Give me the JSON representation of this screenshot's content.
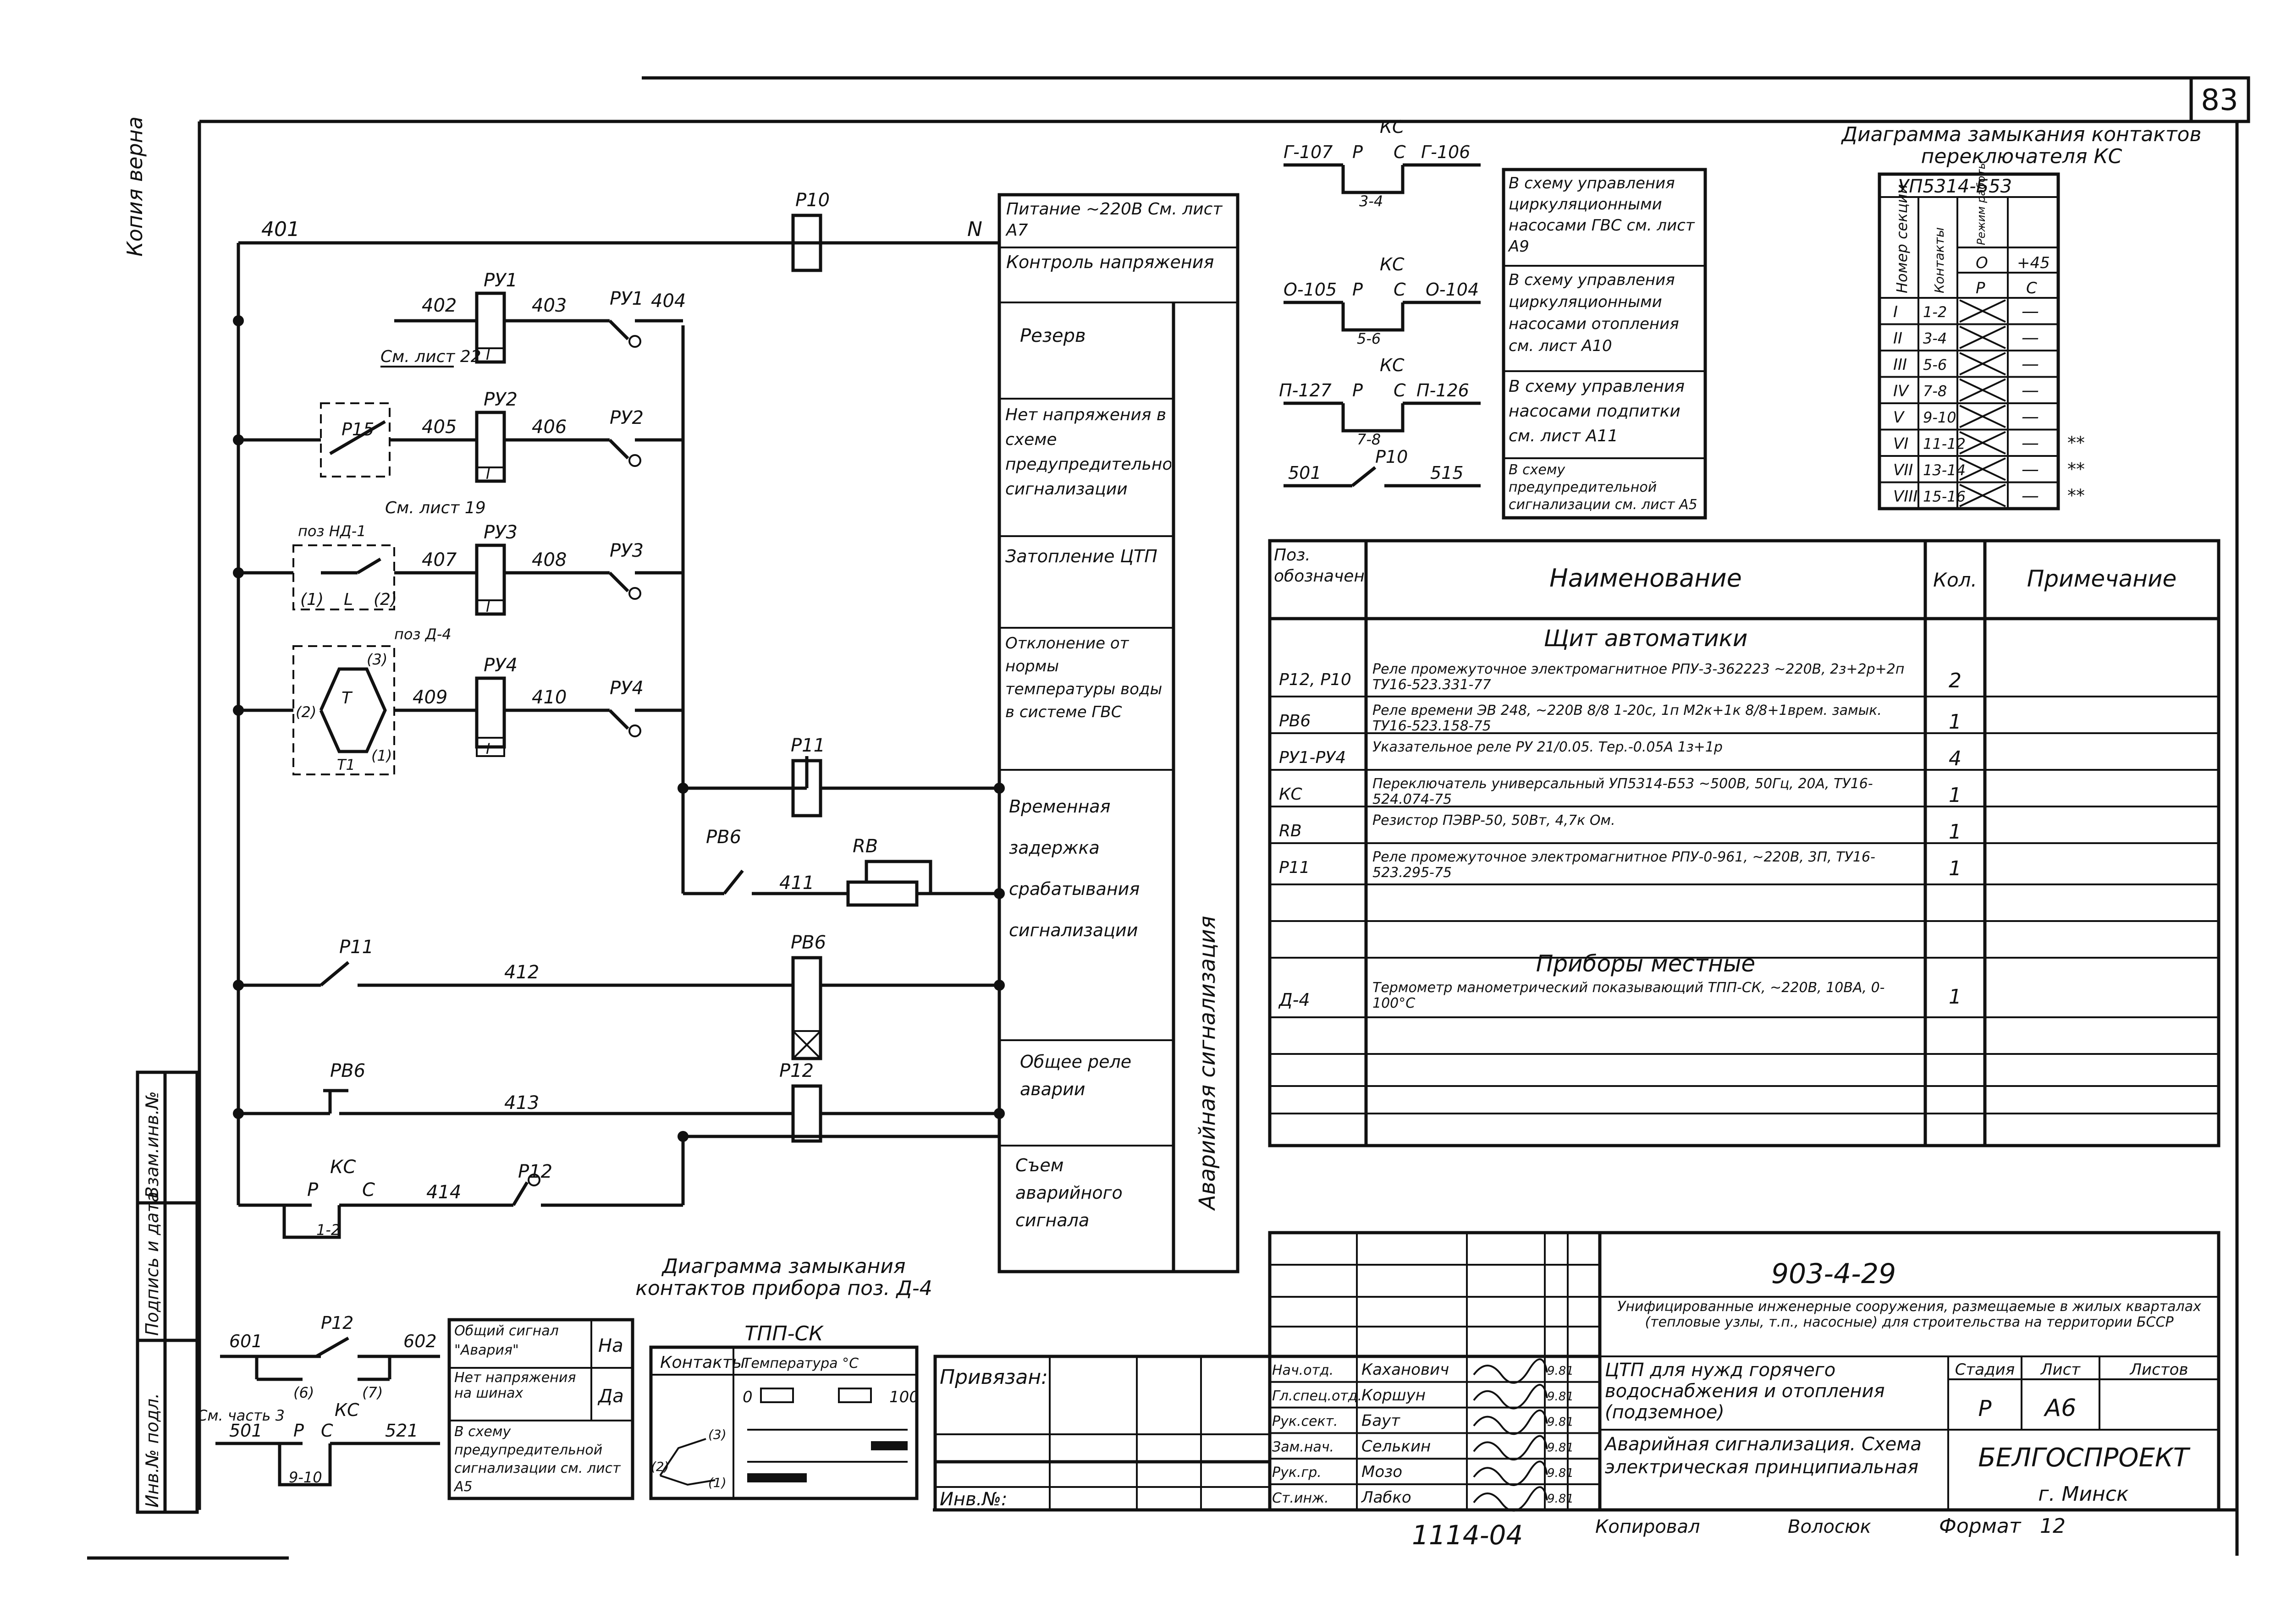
{
  "page_number": "83",
  "side_label": "Копия верна",
  "binding_labels": [
    "Инв.№ подл.",
    "Подпись и дата",
    "Взам.инв.№"
  ],
  "circuit": {
    "supply_left": "401",
    "supply_right": "N",
    "top_relay": "Р10",
    "rows": [
      {
        "relay": "РУ1",
        "wire_a": "402",
        "wire_b": "403",
        "wire_c": "404",
        "coil_mark": "I",
        "contact": "РУ1"
      },
      {
        "relay": "РУ2",
        "wire_a": "405",
        "wire_b": "406",
        "coil_mark": "I",
        "contact": "РУ2",
        "device": "Р15",
        "ref": "См. лист 22"
      },
      {
        "relay": "РУ3",
        "wire_a": "407",
        "wire_b": "408",
        "coil_mark": "I",
        "contact": "РУ3",
        "device": "поз НД-1",
        "ref": "См. лист 19",
        "marks": [
          "(1)",
          "L",
          "(2)"
        ]
      },
      {
        "relay": "РУ4",
        "wire_a": "409",
        "wire_b": "410",
        "coil_mark": "I",
        "contact": "РУ4",
        "device": "поз Д-4",
        "marks": [
          "(2)",
          "(3)",
          "(1)",
          "T",
          "T1"
        ]
      }
    ],
    "p11": "Р11",
    "rv_contact": "РВ6",
    "wire_411": "411",
    "resistor": "RВ",
    "p11_contact": "Р11",
    "wire_412": "412",
    "rv_coil": "РВ6",
    "rv_contact2": "РВ6",
    "wire_413": "413",
    "p12": "Р12",
    "ks": "КС",
    "ks_p": "Р",
    "ks_c": "С",
    "wire_414": "414",
    "p12_contact": "Р12",
    "ks_contact": "1-2"
  },
  "functions": [
    "Питание ~220В См. лист А7",
    "Контроль напряжения",
    "Резерв",
    "Нет напряжения в схеме предупредительной сигнализации",
    "Затопление ЦТП",
    "Отклонение от нормы температуры воды в системе ГВС",
    "Временная задержка срабатывания сигнализации",
    "Общее реле аварии",
    "Съем аварийного сигнала"
  ],
  "functions_group": "Аварийная сигнализация",
  "ext_contacts": [
    {
      "left": "Г-107",
      "p": "Р",
      "c": "С",
      "right": "Г-106",
      "ks": "КС",
      "pos": "3-4",
      "note": "В схему управления циркуляционными насосами ГВС см. лист А9"
    },
    {
      "left": "О-105",
      "p": "Р",
      "c": "С",
      "right": "О-104",
      "ks": "КС",
      "pos": "5-6",
      "note": "В схему управления циркуляционными насосами отопления см. лист А10"
    },
    {
      "left": "П-127",
      "p": "Р",
      "c": "С",
      "right": "П-126",
      "ks": "КС",
      "pos": "7-8",
      "note": "В схему управления насосами подпитки см. лист А11"
    },
    {
      "left": "501",
      "p": "Р10",
      "c": "",
      "right": "515",
      "ks": "",
      "pos": "",
      "note": "В схему предупредительной сигнализации см. лист А5"
    }
  ],
  "switch_diagram": {
    "title": "Диаграмма замыкания контактов переключателя КС",
    "model": "УП5314-Б53",
    "col_headers": [
      "Номер секции",
      "Контакты",
      "Режим работы"
    ],
    "mode_headers": [
      "О",
      "+45"
    ],
    "position_headers": [
      "Р",
      "С"
    ],
    "rows": [
      {
        "sec": "I",
        "contacts": "1-2",
        "r": "x",
        "c": "—",
        "mark": ""
      },
      {
        "sec": "II",
        "contacts": "3-4",
        "r": "x",
        "c": "—",
        "mark": ""
      },
      {
        "sec": "III",
        "contacts": "5-6",
        "r": "x",
        "c": "—",
        "mark": ""
      },
      {
        "sec": "IV",
        "contacts": "7-8",
        "r": "x",
        "c": "—",
        "mark": ""
      },
      {
        "sec": "V",
        "contacts": "9-10",
        "r": "x",
        "c": "—",
        "mark": ""
      },
      {
        "sec": "VI",
        "contacts": "11-12",
        "r": "x",
        "c": "—",
        "mark": "**"
      },
      {
        "sec": "VII",
        "contacts": "13-14",
        "r": "x",
        "c": "—",
        "mark": "**"
      },
      {
        "sec": "VIII",
        "contacts": "15-16",
        "r": "x",
        "c": "—",
        "mark": "**"
      }
    ]
  },
  "spec": {
    "headers": [
      "Поз. обозначение",
      "Наименование",
      "Кол.",
      "Примечание"
    ],
    "section1": "Щит автоматики",
    "rows1": [
      {
        "pos": "Р12, Р10",
        "name": "Реле промежуточное электромагнитное РПУ-3-362223 ~220В, 2з+2р+2п ТУ16-523.331-77",
        "qty": "2"
      },
      {
        "pos": "РВ6",
        "name": "Реле времени ЭВ 248, ~220В 8/8 1-20с, 1п М2к+1к 8/8+1врем. замык. ТУ16-523.158-75",
        "qty": "1"
      },
      {
        "pos": "РУ1-РУ4",
        "name": "Указательное реле РУ 21/0.05. Тер.-0.05А 1з+1р",
        "qty": "4"
      },
      {
        "pos": "КС",
        "name": "Переключатель универсальный УП5314-Б53 ~500В, 50Гц, 20А, ТУ16-524.074-75",
        "qty": "1"
      },
      {
        "pos": "RВ",
        "name": "Резистор ПЭВР-50, 50Вт, 4,7к Ом.",
        "qty": "1"
      },
      {
        "pos": "Р11",
        "name": "Реле промежуточное электромагнитное РПУ-0-961, ~220В, 3П, ТУ16-523.295-75",
        "qty": "1"
      }
    ],
    "section2": "Приборы местные",
    "rows2": [
      {
        "pos": "Д-4",
        "name": "Термометр манометрический показывающий ТПП-СК, ~220В, 10ВА, 0-100°С",
        "qty": "1"
      }
    ]
  },
  "bottom_left": {
    "wires": [
      "601",
      "Р12",
      "602",
      "КС",
      "501",
      "Р",
      "С",
      "521",
      "9-10",
      "(6)",
      "(7)"
    ],
    "ref": "См. часть 3",
    "notes": [
      "Общий сигнал \"Авария\"",
      "Нет напряжения на шинах",
      "В схему предупредительной сигнализации см. лист А5"
    ],
    "states": [
      "На",
      "Да"
    ]
  },
  "d4_diagram": {
    "title": "Диаграмма замыкания контактов прибора поз. Д-4",
    "device": "ТПП-СК",
    "col1": "Контакты",
    "col2": "Температура °С",
    "scale_start": "0",
    "scale_end": "100",
    "marks": [
      "(2)",
      "(3)",
      "(1)"
    ]
  },
  "linked": "Привязан:",
  "inv": "Инв.№:",
  "title_block": {
    "code": "903-4-29",
    "desc": "Унифицированные инженерные сооружения, размещаемые в жилых кварталах (тепловые узлы, т.п., насосные) для строительства на территории БССР",
    "object": "ЦТП для нужд горячего водоснабжения и отопления (подземное)",
    "sheet_title": "Аварийная сигнализация. Схема электрическая принципиальная",
    "org": "БЕЛГОСПРОЕКТ",
    "city": "г. Минск",
    "stage_h": "Стадия",
    "sheet_h": "Лист",
    "sheets_h": "Листов",
    "stage": "Р",
    "sheet": "А6",
    "people": [
      {
        "role": "Нач.отд.",
        "name": "Каханович",
        "date": "9.81"
      },
      {
        "role": "Гл.спец.отд.",
        "name": "Коршун",
        "date": "9.81"
      },
      {
        "role": "Рук.сект.",
        "name": "Баут",
        "date": "9.81"
      },
      {
        "role": "Зам.нач.",
        "name": "Селькин",
        "date": "9.81"
      },
      {
        "role": "Рук.гр.",
        "name": "Мозо",
        "date": "9.81"
      },
      {
        "role": "Ст.инж.",
        "name": "Лабко",
        "date": "9.81"
      }
    ],
    "footer_num": "1114-04",
    "copied": "Копировал",
    "copier": "Волосюк",
    "format_label": "Формат",
    "format": "12"
  }
}
